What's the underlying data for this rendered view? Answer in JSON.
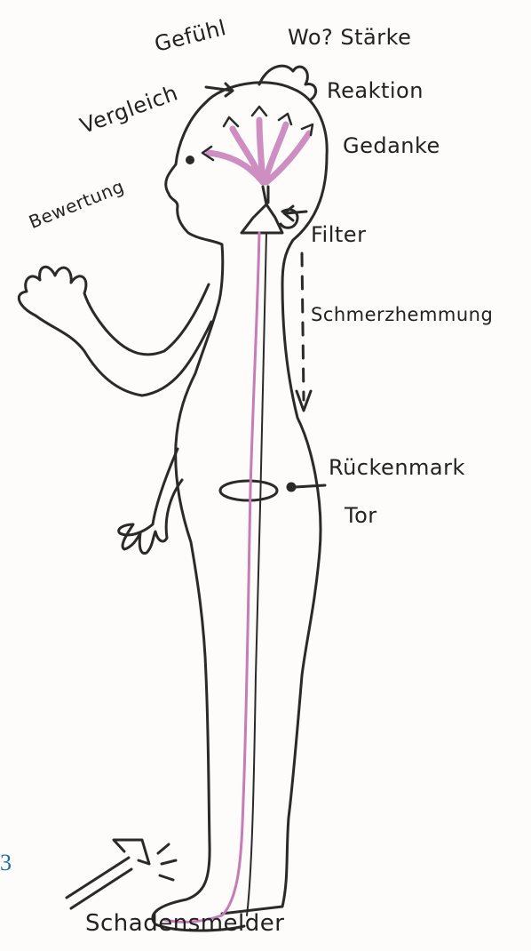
{
  "labels": {
    "gefuhl": "Gefühl",
    "wo_starke": "Wo? Stärke",
    "reaktion": "Reaktion",
    "vergleich": "Vergleich",
    "gedanke": "Gedanke",
    "bewertung": "Bewertung",
    "filter": "Filter",
    "schmerzhemmung": "Schmerzhemmung",
    "ruckenmark": "Rückenmark",
    "tor": "Tor",
    "schadensmelder": "Schadensmelder"
  },
  "page_number": "3",
  "colors": {
    "outline": "#2a2a2a",
    "nerve_pathway": "#c77bb8",
    "page_number": "#1f6aa8"
  }
}
